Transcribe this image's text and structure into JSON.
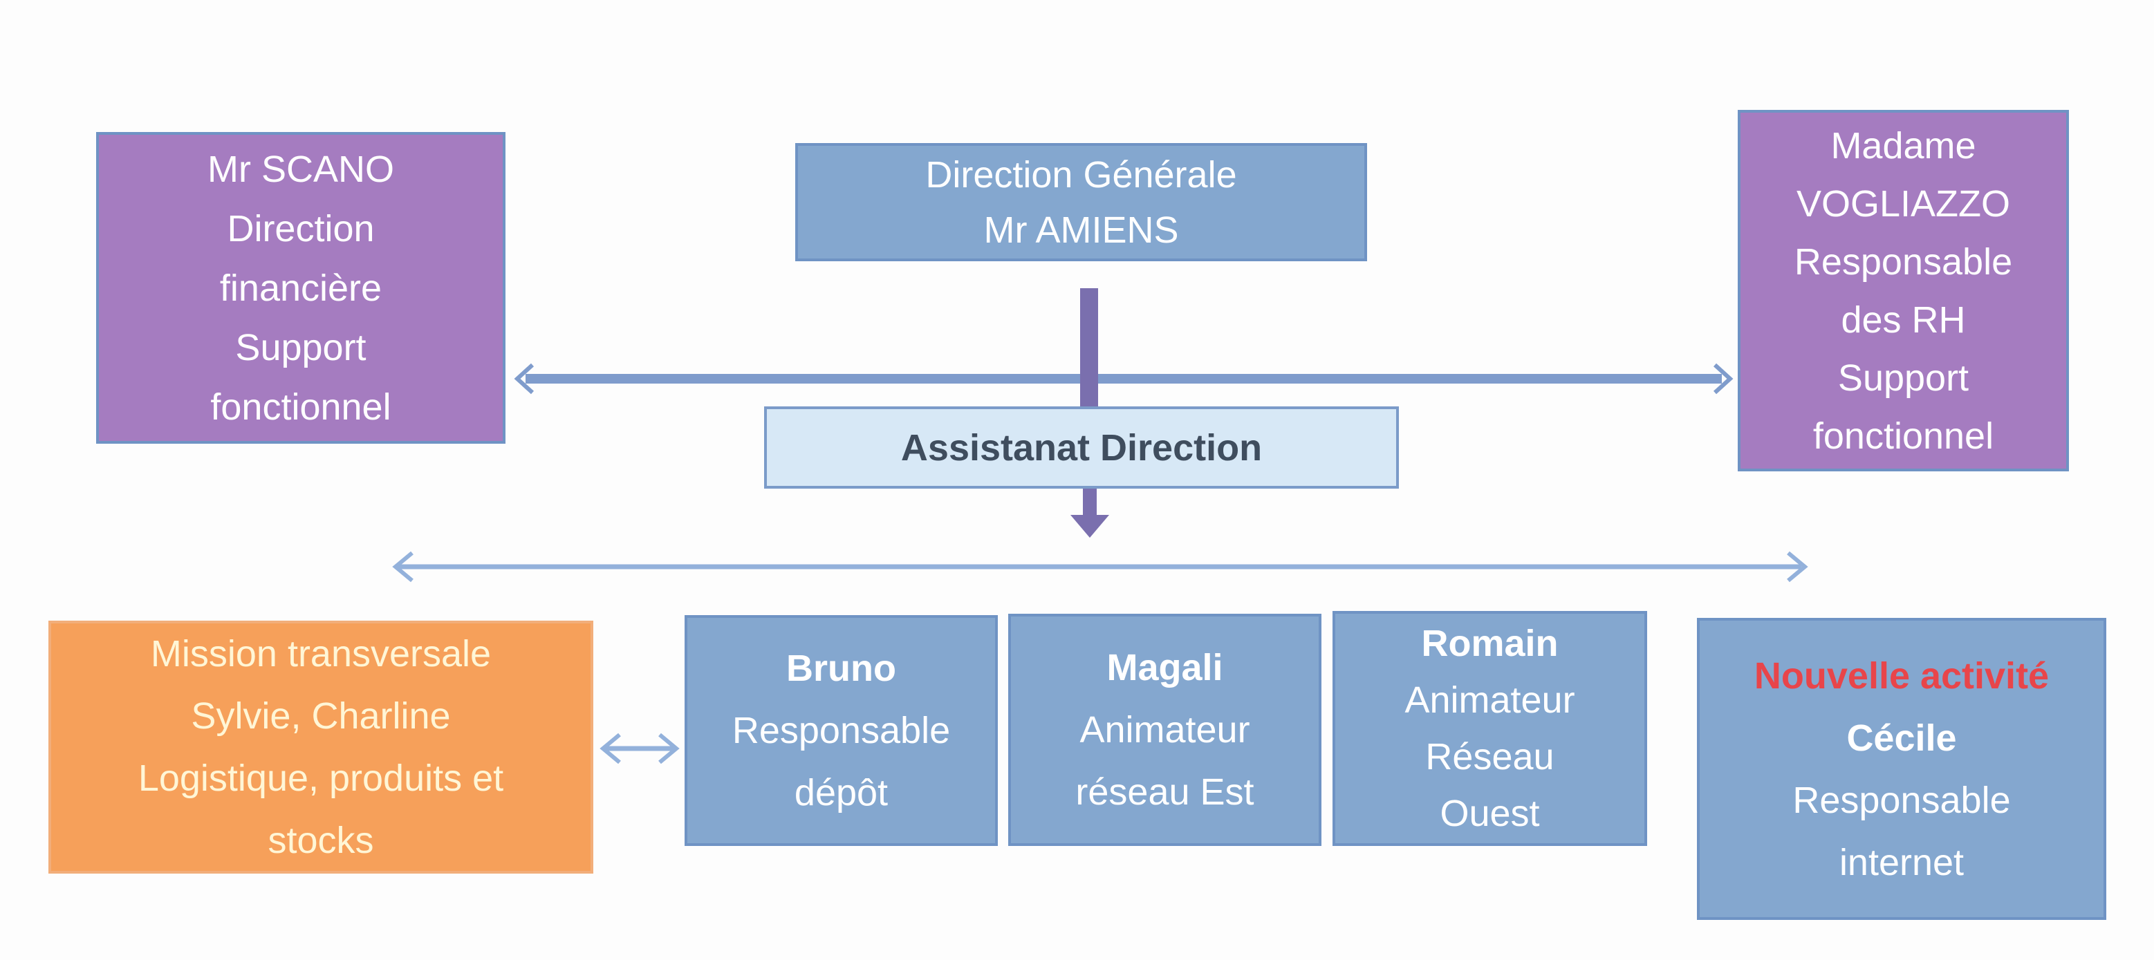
{
  "direction_generale": {
    "lines": [
      "Direction Générale",
      "Mr AMIENS"
    ]
  },
  "scano": {
    "lines": [
      "Mr SCANO",
      "Direction",
      "financière",
      "Support",
      "fonctionnel"
    ]
  },
  "vogliazzo": {
    "lines": [
      "Madame",
      "VOGLIAZZO",
      "Responsable",
      "des RH",
      "Support",
      "fonctionnel"
    ]
  },
  "assistanat": {
    "label": "Assistanat Direction"
  },
  "mission": {
    "lines": [
      "Mission transversale",
      "Sylvie, Charline",
      "Logistique, produits et",
      "stocks"
    ]
  },
  "bruno": {
    "name": "Bruno",
    "lines": [
      "Responsable",
      "dépôt"
    ]
  },
  "magali": {
    "name": "Magali",
    "lines": [
      "Animateur",
      "réseau Est"
    ]
  },
  "romain": {
    "name": "Romain",
    "lines": [
      "Animateur",
      "Réseau",
      "Ouest"
    ]
  },
  "cecile": {
    "tag": "Nouvelle activité",
    "name": "Cécile",
    "lines": [
      "Responsable",
      "internet"
    ]
  },
  "colors": {
    "purple": "#a57cc0",
    "blue": "#84a7cf",
    "orange": "#f6a05a",
    "light_blue": "#d7e8f6",
    "red": "#e8454a"
  }
}
